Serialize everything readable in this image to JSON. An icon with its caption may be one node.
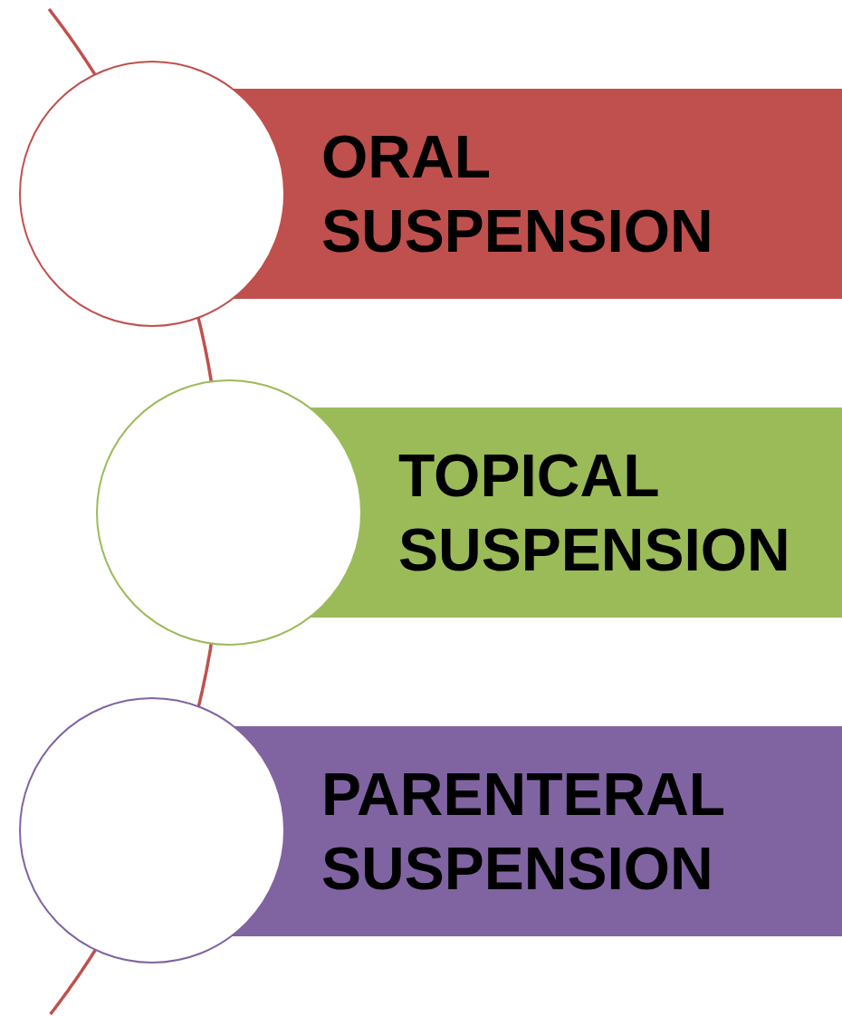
{
  "diagram": {
    "nodes": [
      {
        "text": [],
        "shape": "circle"
      },
      {
        "text": [
          "ORAL SUSPENSION"
        ]
      },
      {
        "text": [],
        "shape": "circle"
      },
      {
        "text": [
          "TOPICAL SUSPENSION"
        ]
      },
      {
        "text": [],
        "shape": "circle"
      },
      {
        "text": [
          "PARENTERAL SUSPENSION"
        ]
      }
    ],
    "edges": [
      {
        "from": 0,
        "to": 2,
        "arrow": "none"
      },
      {
        "from": 2,
        "to": 4,
        "arrow": "none"
      }
    ]
  }
}
